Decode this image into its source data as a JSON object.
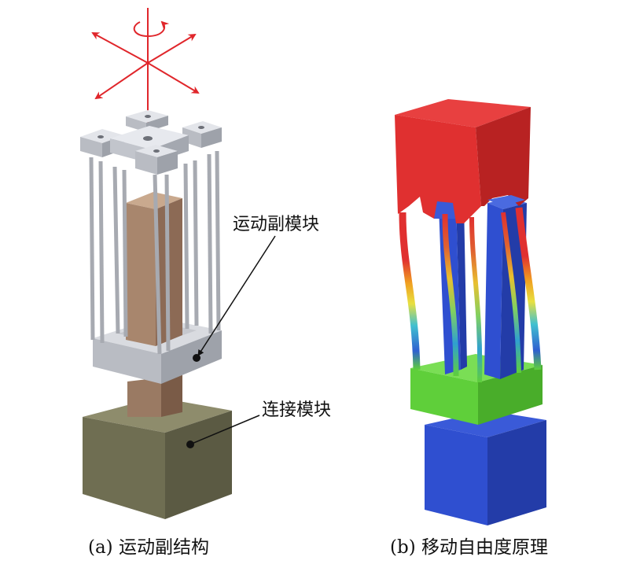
{
  "panel_a": {
    "caption": "(a) 运动副结构",
    "label_motion_module": "运动副模块",
    "label_connect_module": "连接模块"
  },
  "panel_b": {
    "caption": "(b) 移动自由度原理"
  },
  "colors": {
    "arrow": "#e0262b",
    "frame_light": "#d9dbe0",
    "frame_mid": "#b9bcc3",
    "frame_dark": "#9ea2aa",
    "core_light": "#c9a98e",
    "core_dark": "#8c6a55",
    "base_top": "#8e8c6c",
    "base_front": "#6f6e52",
    "base_side": "#5b5a43",
    "fem_red": "#e03030",
    "fem_red_dark": "#b82222",
    "fem_green": "#5fcf3a",
    "fem_blue": "#2f4fd0",
    "fem_blue_dark": "#233ca8"
  }
}
